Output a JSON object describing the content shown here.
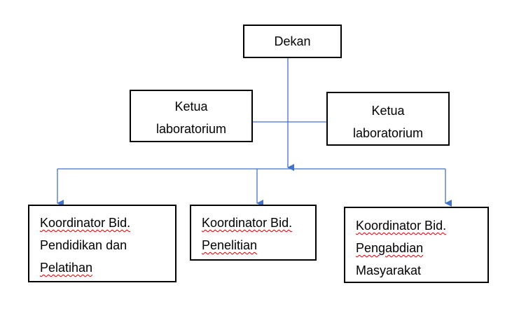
{
  "colors": {
    "connector": "#4472c4",
    "box_border": "#000000",
    "spellcheck": "#d00000"
  },
  "dekan": {
    "lines": [
      "Dekan"
    ]
  },
  "ketua_left": {
    "lines": [
      "Ketua",
      "laboratorium"
    ]
  },
  "ketua_right": {
    "lines": [
      "Ketua",
      "laboratorium"
    ]
  },
  "koordinator_pendidikan": {
    "lines": [
      "Koordinator Bid.",
      "Pendidikan dan",
      "Pelatihan"
    ]
  },
  "koordinator_penelitian": {
    "lines": [
      "Koordinator Bid.",
      "Penelitian"
    ]
  },
  "koordinator_pengabdian": {
    "lines": [
      "Koordinator Bid.",
      "Pengabdian",
      "Masyarakat"
    ]
  }
}
